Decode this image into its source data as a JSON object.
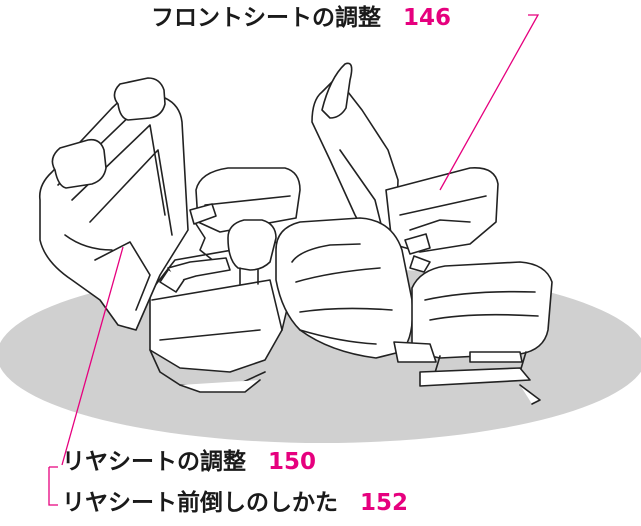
{
  "callouts": {
    "front_seat": {
      "label": "フロントシートの調整",
      "page": "146"
    },
    "rear_seat_adjust": {
      "label": "リヤシートの調整",
      "page": "150"
    },
    "rear_seat_fold": {
      "label": "リヤシート前倒しのしかた",
      "page": "152"
    }
  },
  "colors": {
    "leader_line": "#e6007e",
    "page_number": "#e6007e",
    "floor_ellipse": "#d0d0d0",
    "seat_outline": "#222222"
  }
}
